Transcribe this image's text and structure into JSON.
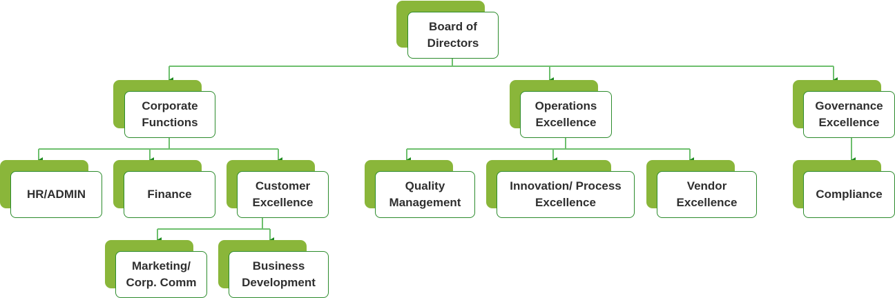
{
  "colors": {
    "accent_fill": "#8ab63a",
    "border": "#2a8a2a",
    "connector": "#6dbf6d",
    "arrow": "#1e8a1e",
    "text": "#2f2f2f"
  },
  "nodes": {
    "board": {
      "label": "Board of\nDirectors"
    },
    "corporate": {
      "label": "Corporate\nFunctions"
    },
    "operations": {
      "label": "Operations\nExcellence"
    },
    "governance": {
      "label": "Governance\nExcellence"
    },
    "hr": {
      "label": "HR/ADMIN"
    },
    "finance": {
      "label": "Finance"
    },
    "customer": {
      "label": "Customer\nExcellence"
    },
    "quality": {
      "label": "Quality\nManagement"
    },
    "innovation": {
      "label": "Innovation/ Process\nExcellence"
    },
    "vendor": {
      "label": "Vendor\nExcellence"
    },
    "compliance": {
      "label": "Compliance"
    },
    "marketing": {
      "label": "Marketing/\nCorp. Comm"
    },
    "business": {
      "label": "Business\nDevelopment"
    }
  }
}
